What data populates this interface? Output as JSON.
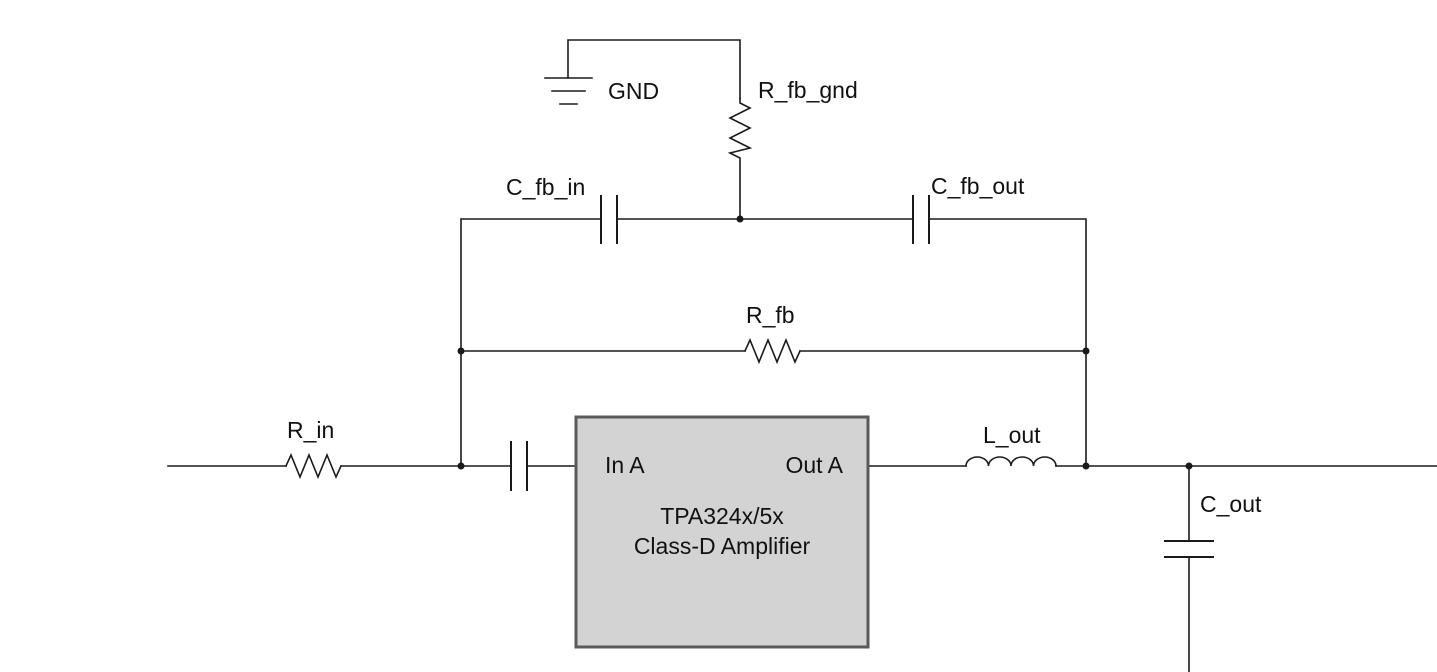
{
  "components": {
    "ground": {
      "label": "GND",
      "symbol": "ground-icon"
    },
    "r_fb_gnd": {
      "label": "R_fb_gnd",
      "symbol": "resistor-icon"
    },
    "c_fb_in": {
      "label": "C_fb_in",
      "symbol": "capacitor-icon"
    },
    "c_fb_out": {
      "label": "C_fb_out",
      "symbol": "capacitor-icon"
    },
    "r_fb": {
      "label": "R_fb",
      "symbol": "resistor-icon"
    },
    "r_in": {
      "label": "R_in",
      "symbol": "resistor-icon"
    },
    "c_in": {
      "label": "",
      "symbol": "capacitor-icon"
    },
    "l_out": {
      "label": "L_out",
      "symbol": "inductor-icon"
    },
    "c_out": {
      "label": "C_out",
      "symbol": "capacitor-icon"
    }
  },
  "amplifier": {
    "input_pin": "In A",
    "output_pin": "Out A",
    "title_line1": "TPA324x/5x",
    "title_line2": "Class-D Amplifier",
    "fill_color": "#d3d3d3"
  }
}
